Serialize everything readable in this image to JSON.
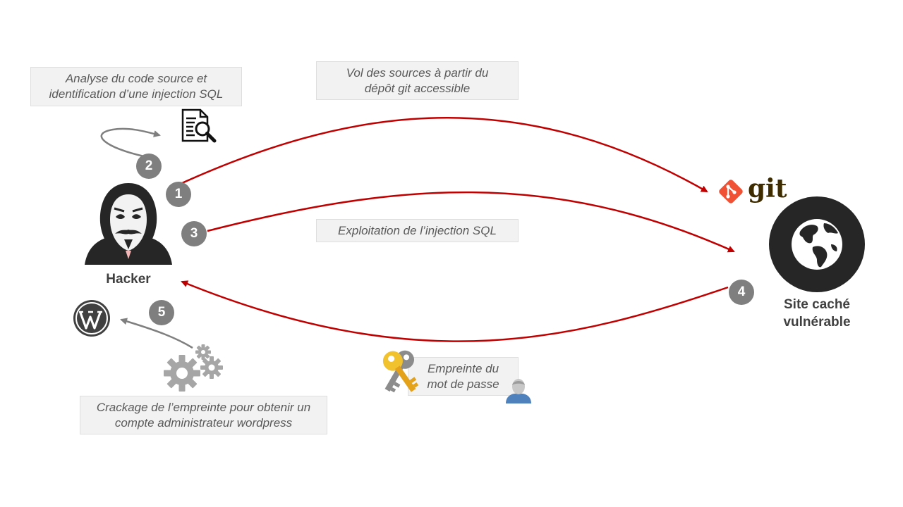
{
  "notes": {
    "analysis": [
      "Analyse du code source et",
      "identification d’une injection SQL"
    ],
    "theft": [
      "Vol des sources à partir du",
      "dépôt git accessible"
    ],
    "exploit": [
      "Exploitation de l’injection SQL"
    ],
    "hash": [
      "Empreinte du",
      "mot de passe"
    ],
    "crack": [
      "Crackage de l’empreinte pour obtenir un",
      "compte administrateur wordpress"
    ]
  },
  "steps": [
    "1",
    "2",
    "3",
    "4",
    "5"
  ],
  "actors": {
    "hacker": "Hacker",
    "site": [
      "Site caché",
      "vulnérable"
    ]
  },
  "git_logo_text": "git",
  "colors": {
    "arrow_red": "#c00000",
    "arrow_gray": "#7f7f7f",
    "badge": "#7f7f7f",
    "git_orange": "#f05033",
    "git_text": "#3e2c00"
  },
  "icons": [
    "document-search-icon",
    "hacker-icon",
    "git-logo-icon",
    "globe-icon",
    "wordpress-icon",
    "gears-icon",
    "keys-icon",
    "user-icon"
  ]
}
